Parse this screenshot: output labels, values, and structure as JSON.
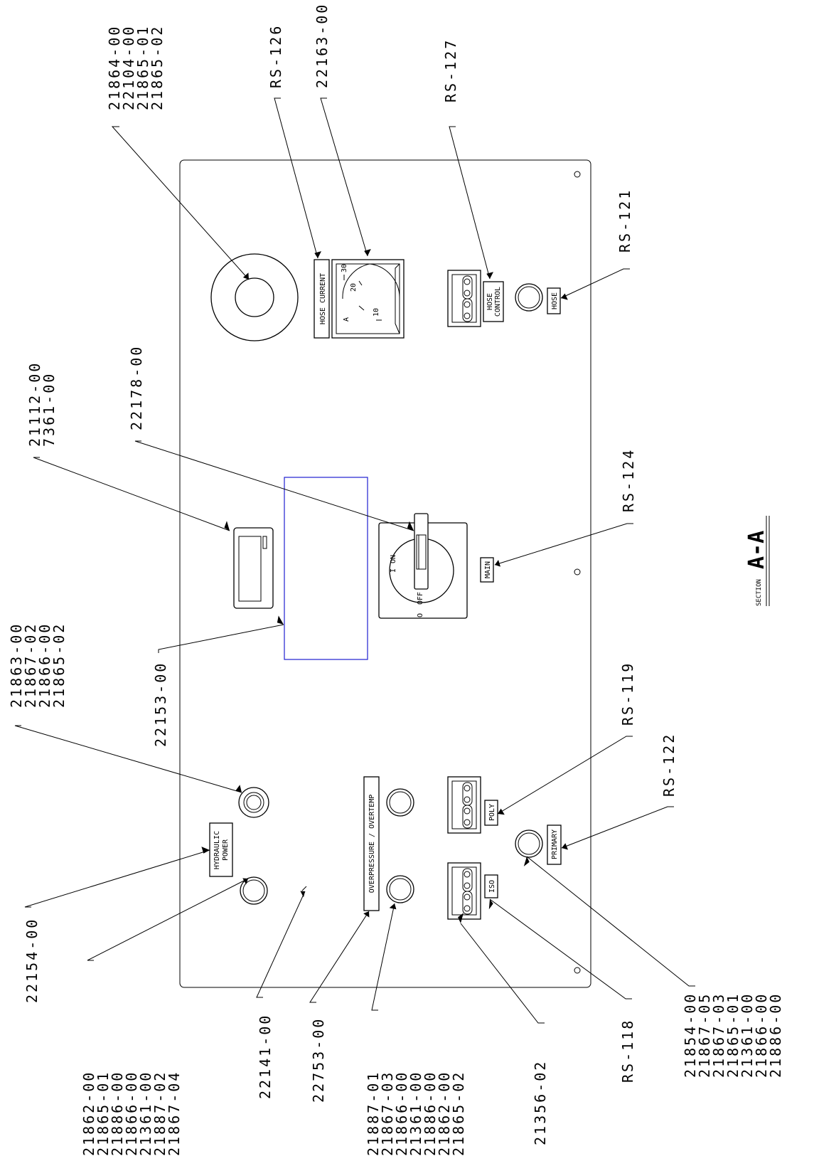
{
  "part_callouts": {
    "emergency_stop_button": [
      "21864-00",
      "22104-00",
      "21865-01",
      "21865-02"
    ],
    "hose_current_legend": "RS-126",
    "ammeter": "22163-00",
    "hose_control_legend": "RS-127",
    "hose_legend": "RS-121",
    "hour_meter": [
      "21112-00",
      "7361-00"
    ],
    "main_disconnect": "22178-00",
    "main_legend": "RS-124",
    "temperature_controller_panel": "22153-00",
    "indicator_light": [
      "21863-00",
      "21867-02",
      "21866-00",
      "21865-02"
    ],
    "poly_legend": "RS-119",
    "primary_legend": "RS-122",
    "hydraulic_power_legend": "22154-00",
    "hydraulic_power_button": [
      "21862-00",
      "21865-01",
      "21886-00",
      "21866-00",
      "21361-00",
      "21887-02",
      "21867-04"
    ],
    "panel_plate": "22141-00",
    "overpressure_legend": "22753-00",
    "overpressure_button": [
      "21887-01",
      "21867-03",
      "21866-00",
      "21361-00",
      "21886-00",
      "21862-00",
      "21865-02"
    ],
    "heater_switch": "21356-02",
    "iso_legend": "RS-118",
    "primary_button": [
      "21854-00",
      "21867-05",
      "21867-03",
      "21865-01",
      "21361-00",
      "21866-00",
      "21886-00"
    ]
  },
  "panel_labels": {
    "hose_current": "HOSE CURRENT",
    "hose_control": [
      "HOSE",
      "CONTROL"
    ],
    "hose": "HOSE",
    "main": "MAIN",
    "poly": "POLY",
    "primary": "PRIMARY",
    "iso": "ISO",
    "hydraulic_power": [
      "HYDRAULIC",
      "POWER"
    ],
    "overpressure": "OVERPRESSURE / OVERTEMP"
  },
  "gauge": {
    "unit": "A",
    "ticks": [
      "30",
      "20",
      "10"
    ]
  },
  "disconnect": {
    "on": "ON",
    "on_symbol": "I",
    "off": "OFF",
    "off_symbol": "O"
  },
  "section": {
    "word": "SECTION",
    "name": "A-A"
  },
  "colors": {
    "line": "#000000",
    "highlight_box": "#1f1fd0",
    "background": "#ffffff"
  }
}
